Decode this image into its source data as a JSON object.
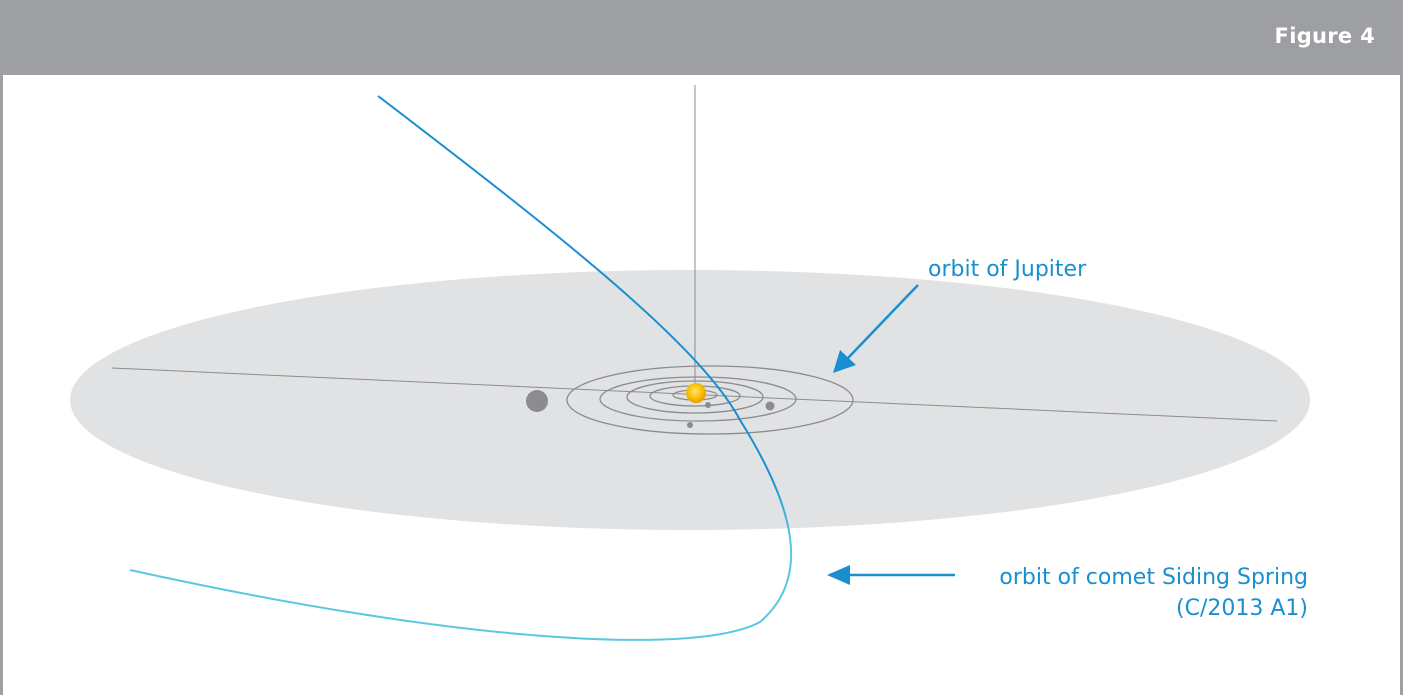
{
  "header": {
    "figure_label": "Figure 4"
  },
  "labels": {
    "jupiter_orbit": "orbit of Jupiter",
    "comet_orbit_line1": "orbit of comet Siding Spring",
    "comet_orbit_line2": "(C/2013 A1)"
  },
  "colors": {
    "header_bg": "#9d9fa2",
    "plane": "#e1e2e3",
    "comet_dark": "#1a8fd0",
    "comet_light": "#5bc8e0",
    "label": "#1a8fd0",
    "sun": "#f7b500",
    "planets": "#8a8c8f",
    "orbit_lines": "#8a8c8f"
  }
}
